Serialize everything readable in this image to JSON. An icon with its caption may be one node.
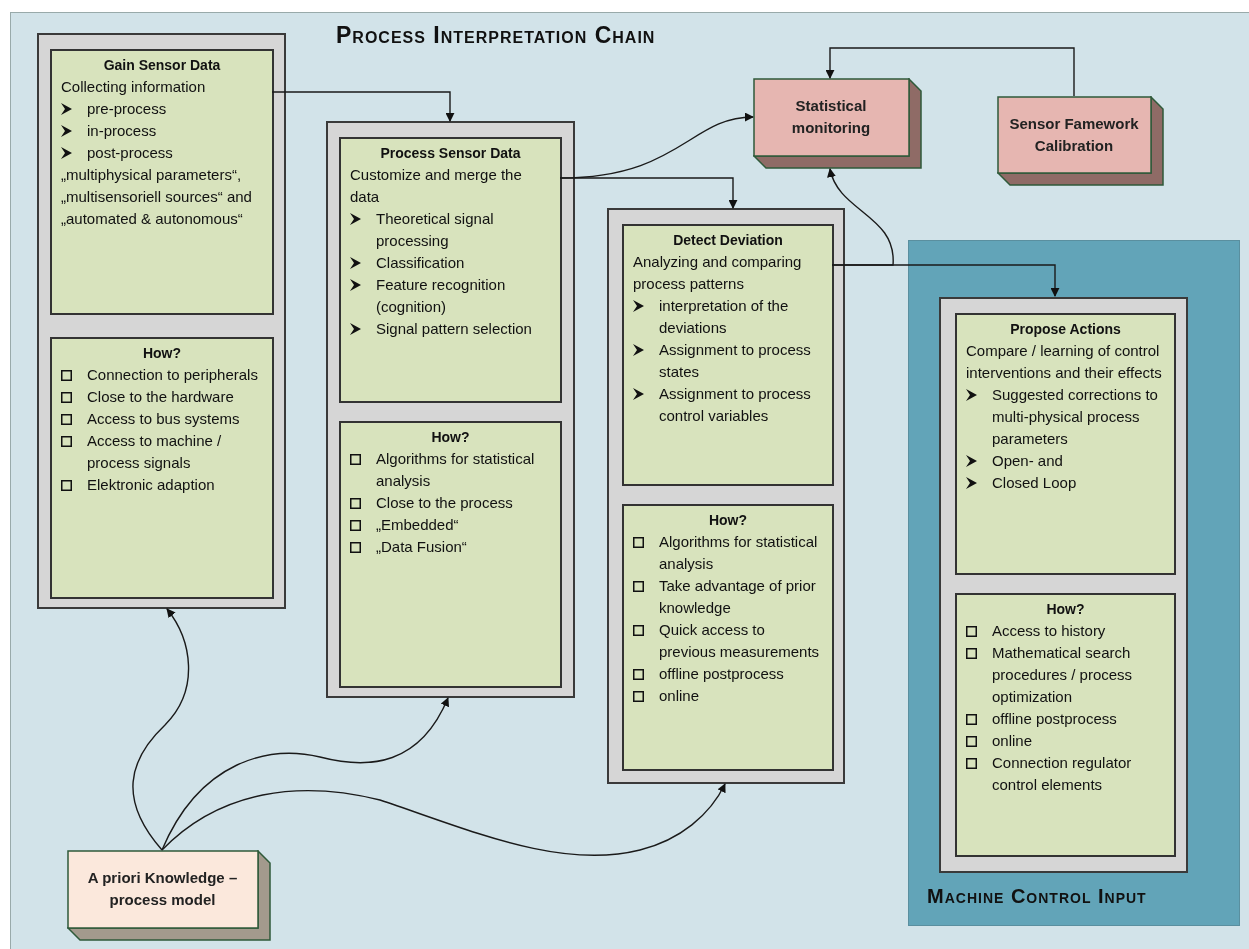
{
  "diagram": {
    "title": "Process Interpretation Chain",
    "nodes": [
      {
        "text": [],
        "shape": "box"
      },
      {
        "text": [
          "Gain Sensor Data",
          "Collecting information",
          "pre-process",
          "in-process",
          "post-process",
          "„multiphysical parameters“, „multisensoriell sources“ and „automated & autonomous“"
        ],
        "in": 0
      },
      {
        "text": [
          "How?",
          "Connection to peripherals",
          "Close to the hardware",
          "Access to bus systems",
          "Access to machine / process signals",
          "Elektronic adaption"
        ],
        "in": 0
      },
      {
        "text": [],
        "shape": "box"
      },
      {
        "text": [
          "Process Sensor Data",
          "Customize and merge the data",
          "Theoretical signal processing",
          "Classification",
          "Feature recognition (cognition)",
          "Signal pattern selection"
        ],
        "in": 3
      },
      {
        "text": [
          "How?",
          "Algorithms for statistical analysis",
          "Close to the process",
          "„Embedded“",
          "„Data Fusion“"
        ],
        "in": 3
      },
      {
        "text": [],
        "shape": "box"
      },
      {
        "text": [
          "Detect Deviation",
          "Analyzing and comparing process patterns",
          "interpretation of the deviations",
          "Assignment to process states",
          "Assignment to process control variables"
        ],
        "in": 6
      },
      {
        "text": [
          "How?",
          "Algorithms for statistical analysis",
          "Take advantage of prior knowledge",
          "Quick access to previous measurements",
          "offline postprocess",
          "online"
        ],
        "in": 6
      },
      {
        "text": [
          "Machine Control Input"
        ]
      },
      {
        "text": [],
        "shape": "box",
        "in": 9
      },
      {
        "text": [
          "Propose Actions",
          "Compare / learning of control interventions and their effects",
          "Suggested corrections to multi-physical process parameters",
          "Open- and",
          "Closed Loop"
        ],
        "in": 10
      },
      {
        "text": [
          "How?",
          "Access to history",
          "Mathematical search procedures / process optimization",
          "offline postprocess",
          "online",
          "Connection regulator control elements"
        ],
        "in": 10
      },
      {
        "text": [
          "Statistical monitoring"
        ]
      },
      {
        "text": [
          "Sensor Famework Calibration"
        ]
      },
      {
        "text": [
          "A priori Knowledge – process model"
        ]
      }
    ],
    "edges": [
      {
        "from": 1,
        "to": 3,
        "arrow": "to"
      },
      {
        "from": 4,
        "to": 13,
        "arrow": "to"
      },
      {
        "from": 4,
        "to": 6,
        "arrow": "to"
      },
      {
        "from": 7,
        "to": 13,
        "arrow": "to"
      },
      {
        "from": 7,
        "to": 10,
        "arrow": "to"
      },
      {
        "from": 14,
        "to": 13,
        "arrow": "to"
      },
      {
        "from": 15,
        "to": 0,
        "arrow": "to"
      },
      {
        "from": 15,
        "to": 3,
        "arrow": "to"
      },
      {
        "from": 15,
        "to": 6,
        "arrow": "to"
      }
    ]
  }
}
